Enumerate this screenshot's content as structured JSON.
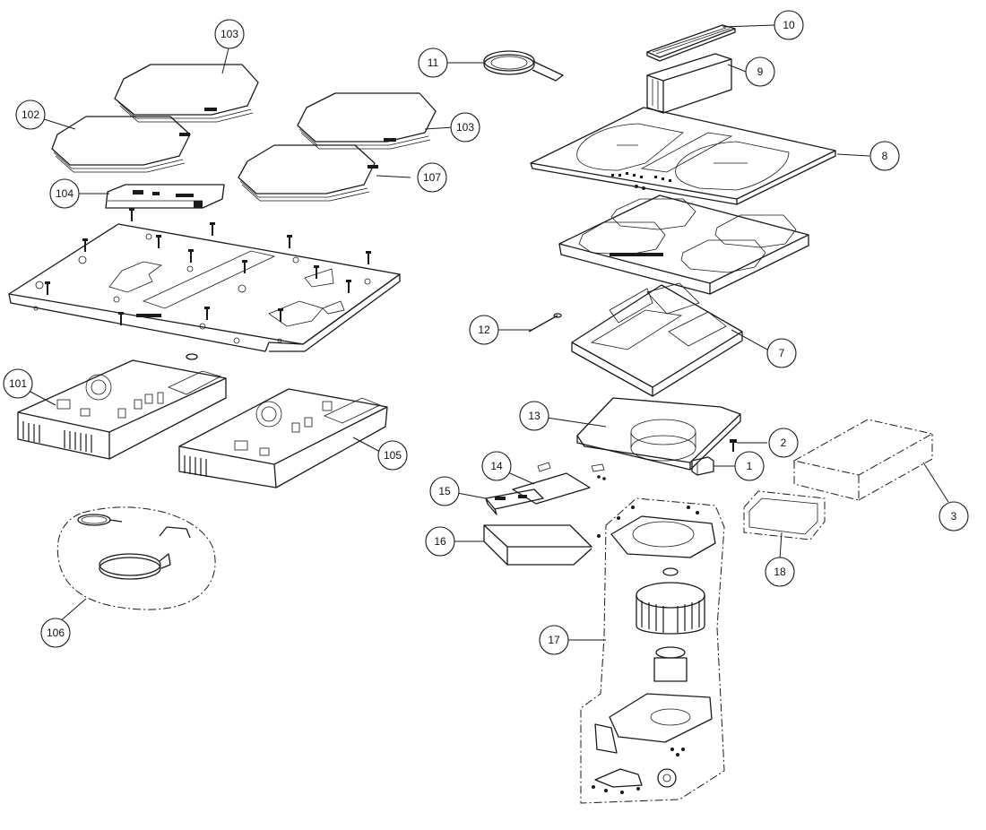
{
  "diagram": {
    "callouts": [
      {
        "id": "103a",
        "label": "103"
      },
      {
        "id": "102",
        "label": "102"
      },
      {
        "id": "103b",
        "label": "103"
      },
      {
        "id": "107",
        "label": "107"
      },
      {
        "id": "104",
        "label": "104"
      },
      {
        "id": "101",
        "label": "101"
      },
      {
        "id": "105",
        "label": "105"
      },
      {
        "id": "106",
        "label": "106"
      },
      {
        "id": "11",
        "label": "11"
      },
      {
        "id": "10",
        "label": "10"
      },
      {
        "id": "9",
        "label": "9"
      },
      {
        "id": "8",
        "label": "8"
      },
      {
        "id": "12",
        "label": "12"
      },
      {
        "id": "7",
        "label": "7"
      },
      {
        "id": "13",
        "label": "13"
      },
      {
        "id": "2",
        "label": "2"
      },
      {
        "id": "1",
        "label": "1"
      },
      {
        "id": "3",
        "label": "3"
      },
      {
        "id": "14",
        "label": "14"
      },
      {
        "id": "15",
        "label": "15"
      },
      {
        "id": "16",
        "label": "16"
      },
      {
        "id": "18",
        "label": "18"
      },
      {
        "id": "17",
        "label": "17"
      }
    ]
  }
}
